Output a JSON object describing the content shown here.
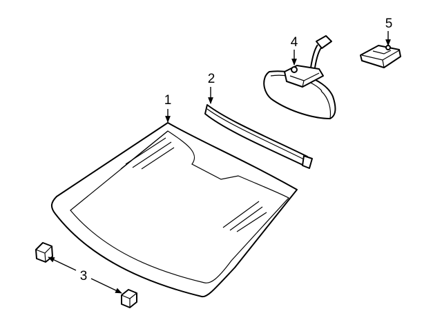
{
  "callouts": {
    "windshield": "1",
    "molding": "2",
    "spacers": "3",
    "mirror": "4",
    "mirror_bracket": "5"
  },
  "colors": {
    "line": "#000000",
    "fill": "#ffffff",
    "background": "#ffffff"
  }
}
